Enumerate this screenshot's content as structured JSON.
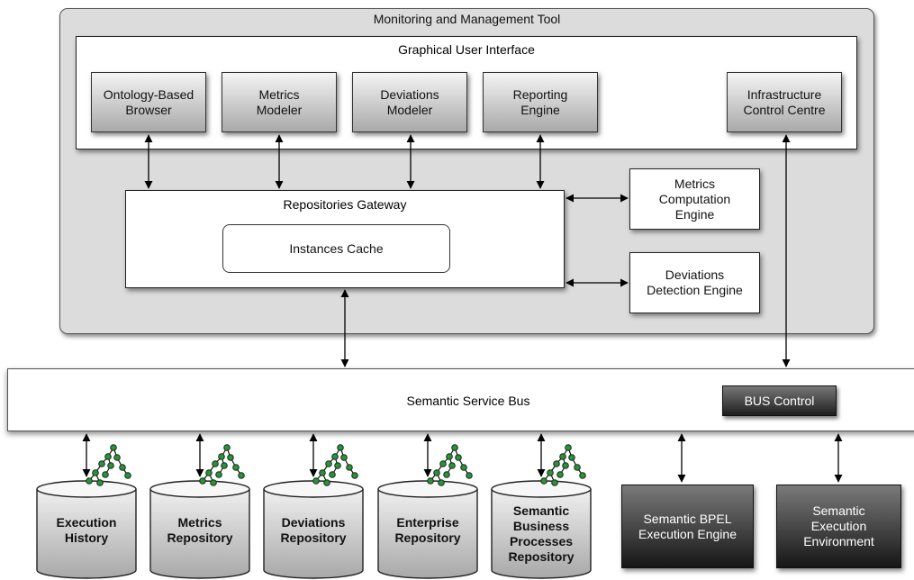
{
  "tool": {
    "title": "Monitoring and Management Tool"
  },
  "gui": {
    "title": "Graphical User Interface",
    "modules": [
      "Ontology-Based\nBrowser",
      "Metrics\nModeler",
      "Deviations\nModeler",
      "Reporting\nEngine",
      "Infrastructure\nControl Centre"
    ]
  },
  "gateway": {
    "title": "Repositories Gateway",
    "cache": "Instances Cache"
  },
  "engines": {
    "metrics_computation": "Metrics\nComputation\nEngine",
    "deviations_detection": "Deviations\nDetection Engine"
  },
  "bus": {
    "label": "Semantic Service Bus",
    "control": "BUS Control"
  },
  "repositories": [
    "Execution\nHistory",
    "Metrics\nRepository",
    "Deviations\nRepository",
    "Enterprise\nRepository",
    "Semantic\nBusiness\nProcesses\nRepository"
  ],
  "execution": {
    "bpel": "Semantic BPEL\nExecution Engine",
    "environment": "Semantic\nExecution\nEnvironment"
  },
  "colors": {
    "node_green": "#2f8f3e",
    "panel_gray": "#dcdcdc",
    "dark_box": "#1e1e1e"
  }
}
